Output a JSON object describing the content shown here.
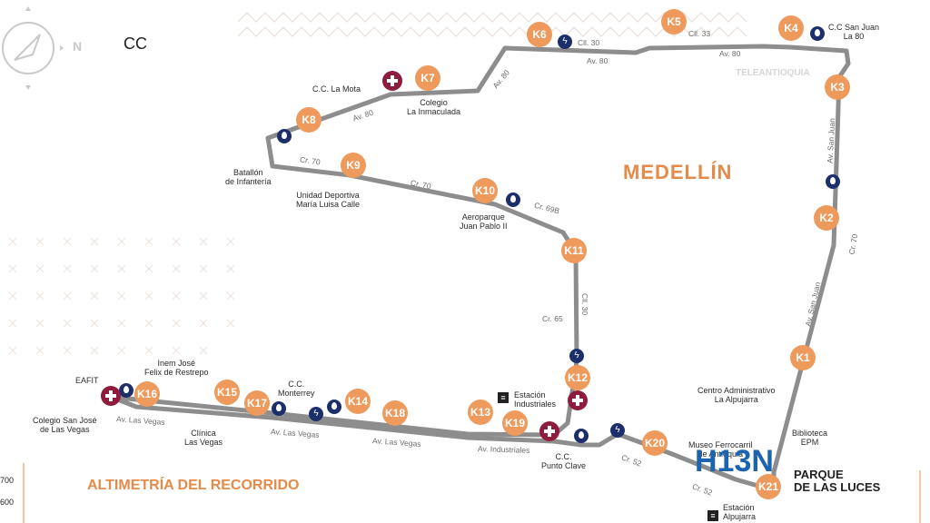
{
  "header": {
    "cc_label": "CC",
    "compass_n": "N"
  },
  "city": "MEDELLÍN",
  "altimetry_title": "ALTIMETRÍA DEL RECORRIDO",
  "altimetry_values": [
    "700",
    "600"
  ],
  "logo": {
    "text": "H13N",
    "caption_line1": "PARQUE",
    "caption_line2": "DE LAS LUCES"
  },
  "watermark": "TELEANTIOQUIA",
  "colors": {
    "route": "#8d8d8d",
    "km_marker": "#ee9a5c",
    "water": "#1d2f6b",
    "medical": "#8e1d3d",
    "city_text": "#e58a48",
    "logo_blue": "#1c64b0"
  },
  "km_markers": [
    "K1",
    "K2",
    "K3",
    "K4",
    "K5",
    "K6",
    "K7",
    "K8",
    "K9",
    "K10",
    "K11",
    "K12",
    "K13",
    "K14",
    "K15",
    "K16",
    "K17",
    "K18",
    "K19",
    "K20",
    "K21"
  ],
  "places": {
    "cc_san_juan": [
      "C.C San Juan",
      "La 80"
    ],
    "colegio_inmaculada": [
      "Colegio",
      "La Inmaculada"
    ],
    "cc_la_mota": [
      "C.C. La Mota"
    ],
    "batallon": [
      "Batallón",
      "de Infantería"
    ],
    "unidad_deportiva": [
      "Unidad Deportiva",
      "María Luisa Calle"
    ],
    "aeroparque": [
      "Aeroparque",
      "Juan Pablo II"
    ],
    "inem": [
      "Inem José",
      "Felix de Restrepo"
    ],
    "eafit": [
      "EAFIT"
    ],
    "colegio_san_jose": [
      "Colegio San José",
      "de Las Vegas"
    ],
    "cc_monterrey": [
      "C.C.",
      "Monterrey"
    ],
    "clinica": [
      "Clínica",
      "Las Vegas"
    ],
    "estacion_industriales": [
      "Estación",
      "Industriales"
    ],
    "cc_punto_clave": [
      "C.C.",
      "Punto Clave"
    ],
    "museo": [
      "Museo Ferrocarril",
      "de Antioquia"
    ],
    "centro_admin": [
      "Centro Administrativo",
      "La Alpujarra"
    ],
    "biblioteca": [
      "Biblioteca",
      "EPM"
    ],
    "estacion_alpujarra": [
      "Estación",
      "Alpujarra"
    ]
  },
  "roads": {
    "cll30": "Cll. 30",
    "av80_top": "Av. 80",
    "cll33": "Cll. 33",
    "av80_k4": "Av. 80",
    "av80_diag": "Av. 80",
    "av80_k8": "Av. 80",
    "cr70_a": "Cr. 70",
    "cr70_b": "Cr. 70",
    "cr69b": "Cr. 69B",
    "cll30_v": "Cll. 30",
    "cr65": "Cr. 65",
    "av_vegas_a": "Av. Las Vegas",
    "av_vegas_b": "Av. Las Vegas",
    "av_vegas_c": "Av. Las Vegas",
    "av_industriales": "Av. Industriales",
    "cr52_a": "Cr. 52",
    "cr52_b": "Cr. 52",
    "av_san_juan_a": "Av. San Juan",
    "av_san_juan_b": "Av. San Juan",
    "cr70_right": "Cr. 70"
  }
}
